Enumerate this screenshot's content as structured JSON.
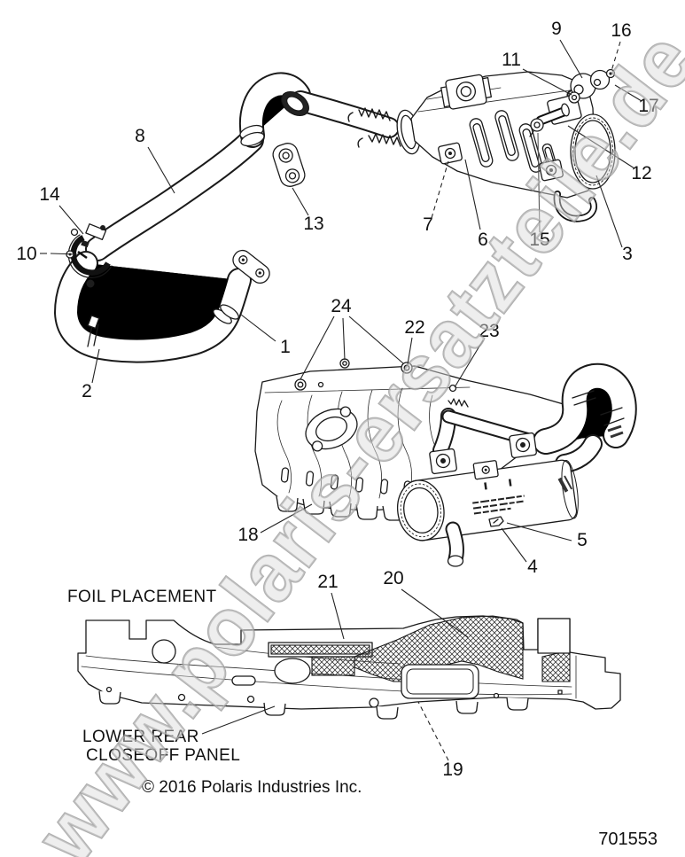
{
  "watermark": {
    "text": "www.polaris-ersatzteile.de"
  },
  "part_number": "701553",
  "copyright": "© 2016 Polaris Industries Inc.",
  "captions": {
    "foil_placement": "FOIL PLACEMENT",
    "lower_rear_line1": "LOWER REAR",
    "lower_rear_line2": "CLOSEOFF PANEL"
  },
  "callouts": {
    "c1": "1",
    "c2": "2",
    "c3": "3",
    "c4": "4",
    "c5": "5",
    "c6": "6",
    "c7": "7",
    "c8": "8",
    "c9": "9",
    "c10": "10",
    "c11": "11",
    "c12": "12",
    "c13": "13",
    "c14": "14",
    "c15": "15",
    "c16": "16",
    "c17": "17",
    "c18": "18",
    "c19": "19",
    "c20": "20",
    "c21": "21",
    "c22": "22",
    "c23": "23",
    "c24": "24"
  },
  "colors": {
    "line": "#1a1a1a",
    "background": "#ffffff",
    "watermark_gray": "#8f8f8f"
  }
}
